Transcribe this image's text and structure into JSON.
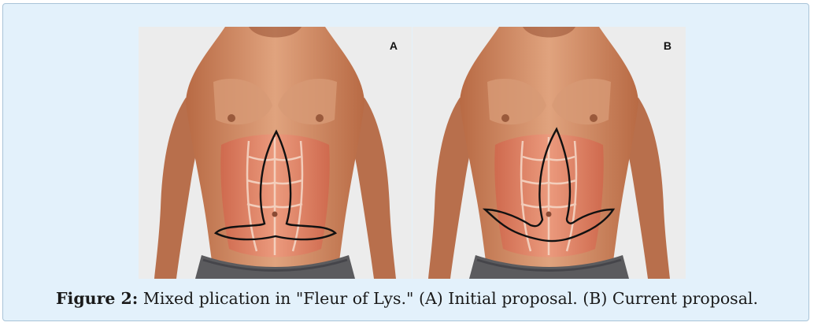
{
  "figure": {
    "panels": [
      {
        "letter": "A",
        "description_icon": "torso-plication-initial-icon"
      },
      {
        "letter": "B",
        "description_icon": "torso-plication-current-icon"
      }
    ],
    "caption": {
      "label": "Figure 2:",
      "text": " Mixed plication in \"Fleur of Lys.\" (A) Initial proposal. (B) Current proposal."
    }
  }
}
